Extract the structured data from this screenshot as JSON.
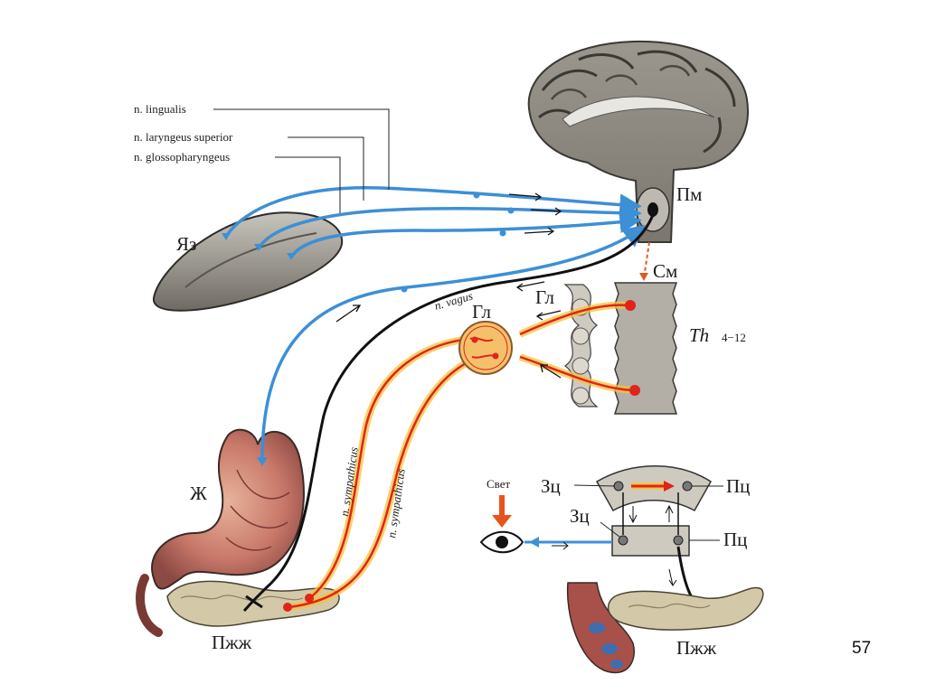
{
  "nerves": {
    "lingualis": "n. lingualis",
    "laryngeus": "n. laryngeus superior",
    "glosso": "n. glossopharyngeus",
    "vagus": "n. vagus",
    "sympathicus1": "n. sympathicus",
    "sympathicus2": "n. sympathicus"
  },
  "labels": {
    "tongue": "Яз",
    "medulla": "Пм",
    "spinal_cord": "См",
    "ganglion_chain": "Гл",
    "ganglion": "Гл",
    "thoracic": "Th",
    "thoracic_range": "4−12",
    "stomach": "Ж",
    "pancreas_main": "Пжж",
    "light": "Свет",
    "visual_center_top": "Зц",
    "food_center_top": "Пц",
    "visual_center_box": "Зц",
    "food_center_box": "Пц",
    "pancreas_small": "Пжж"
  },
  "page_number": "57",
  "colors": {
    "afferent": "#3d8fd6",
    "vagus": "#111111",
    "sympathetic": "#e0241b",
    "sympathetic_glow": "#f6c33a",
    "tissue": "#a9a59c"
  }
}
